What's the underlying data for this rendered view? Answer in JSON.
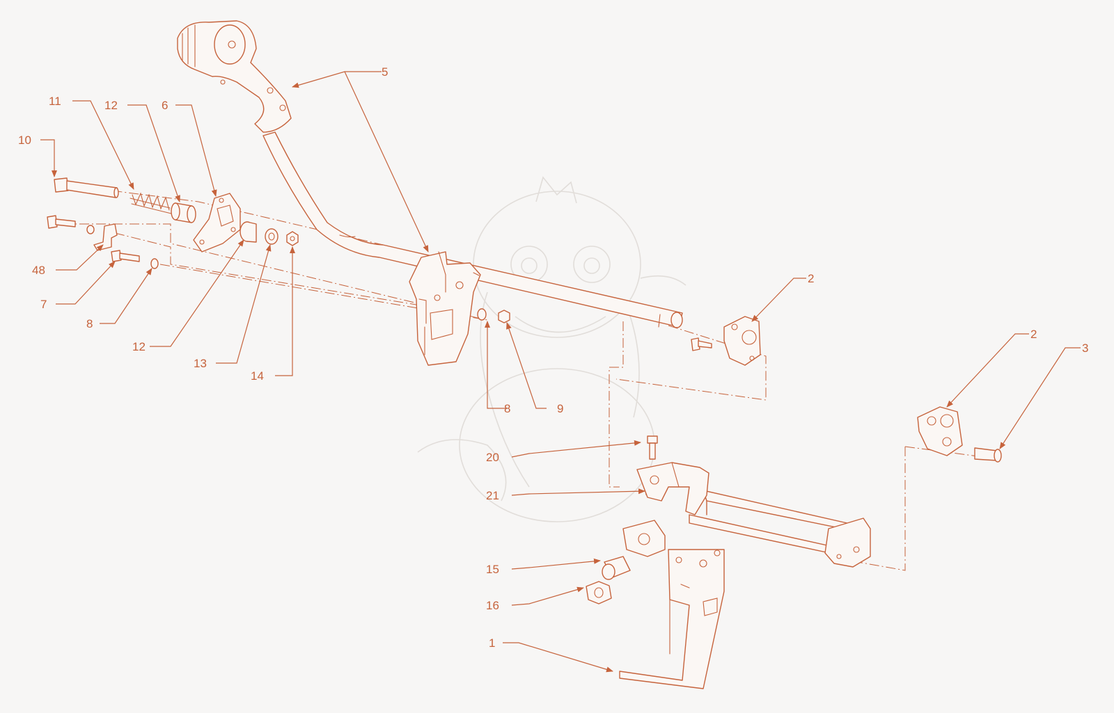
{
  "colors": {
    "background": "#f7f6f5",
    "line": "#c6633c",
    "fill": "#fbf7f4",
    "watermark": "#dcd7d3"
  },
  "callouts": {
    "c5": "5",
    "c11": "11",
    "c12a": "12",
    "c6": "6",
    "c10": "10",
    "c48": "48",
    "c7": "7",
    "c8a": "8",
    "c12b": "12",
    "c13": "13",
    "c14": "14",
    "c2a": "2",
    "c2b": "2",
    "c3": "3",
    "c8b": "8",
    "c9": "9",
    "c20": "20",
    "c21": "21",
    "c15": "15",
    "c16": "16",
    "c1": "1"
  }
}
